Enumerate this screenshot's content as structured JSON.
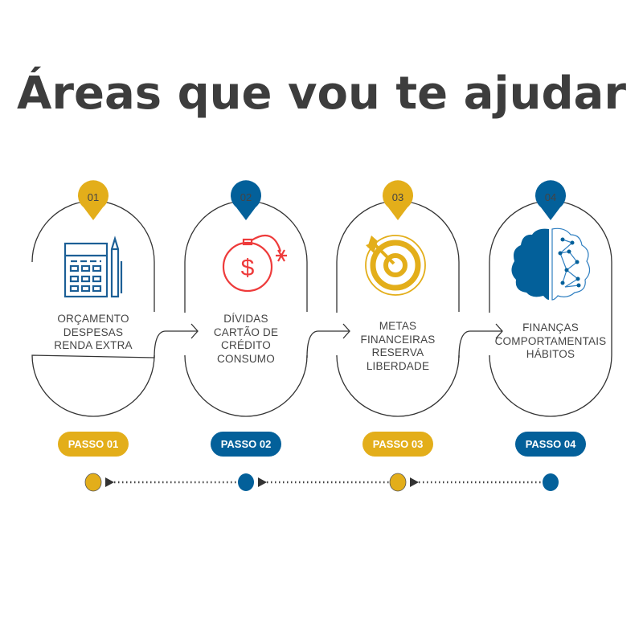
{
  "title": "Áreas que vou te ajudar",
  "colors": {
    "gold": "#E3AE1A",
    "blue": "#03609A",
    "red": "#EE3B3B",
    "text": "#444444"
  },
  "steps": [
    {
      "number": "01",
      "icon": "calculator-pencil-icon",
      "lines": [
        "ORÇAMENTO",
        "DESPESAS",
        "RENDA EXTRA"
      ],
      "pill": "PASSO 01",
      "color": "gold"
    },
    {
      "number": "02",
      "icon": "money-bomb-icon",
      "lines": [
        "DÍVIDAS",
        "CARTÃO DE",
        "CRÉDITO",
        "CONSUMO"
      ],
      "pill": "PASSO 02",
      "color": "blue"
    },
    {
      "number": "03",
      "icon": "target-arrow-icon",
      "lines": [
        "METAS",
        "FINANCEIRAS",
        "RESERVA",
        "LIBERDADE"
      ],
      "pill": "PASSO 03",
      "color": "gold"
    },
    {
      "number": "04",
      "icon": "brain-network-icon",
      "lines": [
        "FINANÇAS",
        "COMPORTAMENTAIS",
        "HÁBITOS"
      ],
      "pill": "PASSO 04",
      "color": "blue"
    }
  ]
}
